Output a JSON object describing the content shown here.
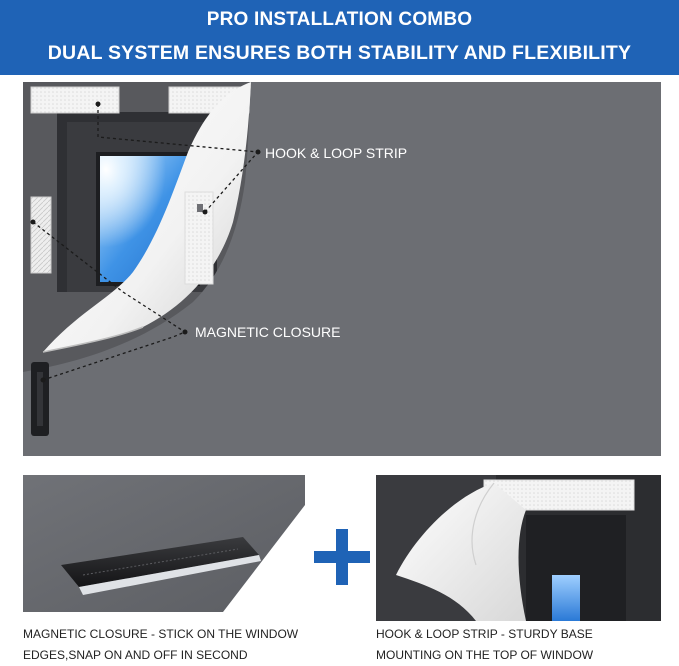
{
  "banner": {
    "line1": "PRO INSTALLATION COMBO",
    "line2": "DUAL SYSTEM ENSURES BOTH STABILITY AND FLEXIBILITY"
  },
  "callouts": {
    "hook_loop": "HOOK & LOOP STRIP",
    "magnetic": "MAGNETIC CLOSURE"
  },
  "captions": {
    "left_line1": "MAGNETIC CLOSURE - STICK ON THE WINDOW",
    "left_line2": "EDGES,SNAP ON AND OFF IN SECOND",
    "right_line1": "HOOK & LOOP STRIP - STURDY BASE",
    "right_line2": "MOUNTING ON THE TOP OF WINDOW"
  },
  "colors": {
    "banner": "#1f63b6",
    "accent_plus": "#1f63b6",
    "fabric": "#6c6e73",
    "frame": "#2f3034"
  },
  "icons": {
    "plus": "plus-icon"
  }
}
